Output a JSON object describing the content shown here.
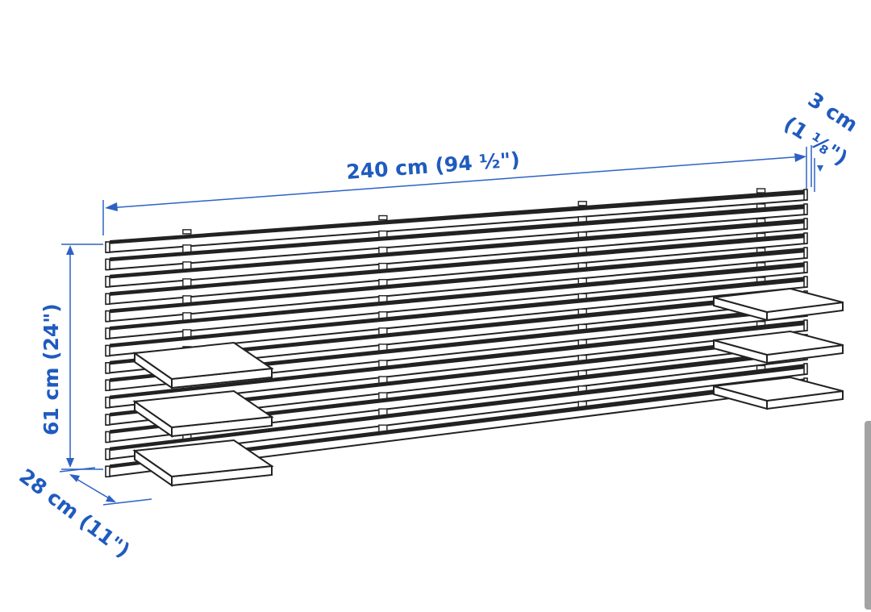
{
  "dimensions": {
    "width": "240 cm (94 ½\")",
    "height": "61 cm (24\")",
    "depth": "28 cm (11\")",
    "slat_thickness_line1": "3 cm",
    "slat_thickness_line2": "(1 ⅛\")"
  },
  "colors": {
    "dimension": "#1f5bbf",
    "outline": "#222222"
  }
}
